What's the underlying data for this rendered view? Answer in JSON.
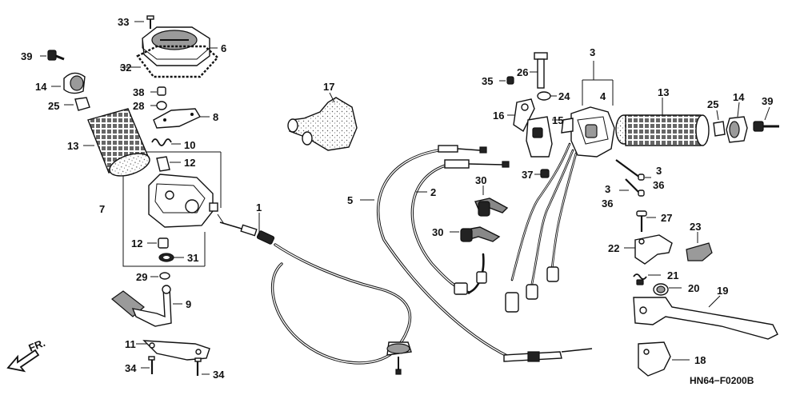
{
  "diagram": {
    "code": "HN64−F0200B",
    "direction_label": "FR.",
    "callouts": [
      {
        "id": "c33",
        "text": "33"
      },
      {
        "id": "c6",
        "text": "6"
      },
      {
        "id": "c39a",
        "text": "39"
      },
      {
        "id": "c32",
        "text": "32"
      },
      {
        "id": "c14a",
        "text": "14"
      },
      {
        "id": "c38",
        "text": "38"
      },
      {
        "id": "c25a",
        "text": "25"
      },
      {
        "id": "c28",
        "text": "28"
      },
      {
        "id": "c8",
        "text": "8"
      },
      {
        "id": "c13a",
        "text": "13"
      },
      {
        "id": "c10",
        "text": "10"
      },
      {
        "id": "c12a",
        "text": "12"
      },
      {
        "id": "c7",
        "text": "7"
      },
      {
        "id": "c12b",
        "text": "12"
      },
      {
        "id": "c31",
        "text": "31"
      },
      {
        "id": "c29",
        "text": "29"
      },
      {
        "id": "c9",
        "text": "9"
      },
      {
        "id": "c11",
        "text": "11"
      },
      {
        "id": "c34a",
        "text": "34"
      },
      {
        "id": "c34b",
        "text": "34"
      },
      {
        "id": "c17",
        "text": "17"
      },
      {
        "id": "c1",
        "text": "1"
      },
      {
        "id": "c5",
        "text": "5"
      },
      {
        "id": "c2",
        "text": "2"
      },
      {
        "id": "c35",
        "text": "35"
      },
      {
        "id": "c26",
        "text": "26"
      },
      {
        "id": "c24",
        "text": "24"
      },
      {
        "id": "c16",
        "text": "16"
      },
      {
        "id": "c15",
        "text": "15"
      },
      {
        "id": "c37",
        "text": "37"
      },
      {
        "id": "c30a",
        "text": "30"
      },
      {
        "id": "c30b",
        "text": "30"
      },
      {
        "id": "c3a",
        "text": "3"
      },
      {
        "id": "c4",
        "text": "4"
      },
      {
        "id": "c13b",
        "text": "13"
      },
      {
        "id": "c25b",
        "text": "25"
      },
      {
        "id": "c14b",
        "text": "14"
      },
      {
        "id": "c39b",
        "text": "39"
      },
      {
        "id": "c3b",
        "text": "3"
      },
      {
        "id": "c36a",
        "text": "36"
      },
      {
        "id": "c3c",
        "text": "3"
      },
      {
        "id": "c36b",
        "text": "36"
      },
      {
        "id": "c27",
        "text": "27"
      },
      {
        "id": "c23",
        "text": "23"
      },
      {
        "id": "c22",
        "text": "22"
      },
      {
        "id": "c21",
        "text": "21"
      },
      {
        "id": "c20",
        "text": "20"
      },
      {
        "id": "c19",
        "text": "19"
      },
      {
        "id": "c18",
        "text": "18"
      }
    ]
  }
}
